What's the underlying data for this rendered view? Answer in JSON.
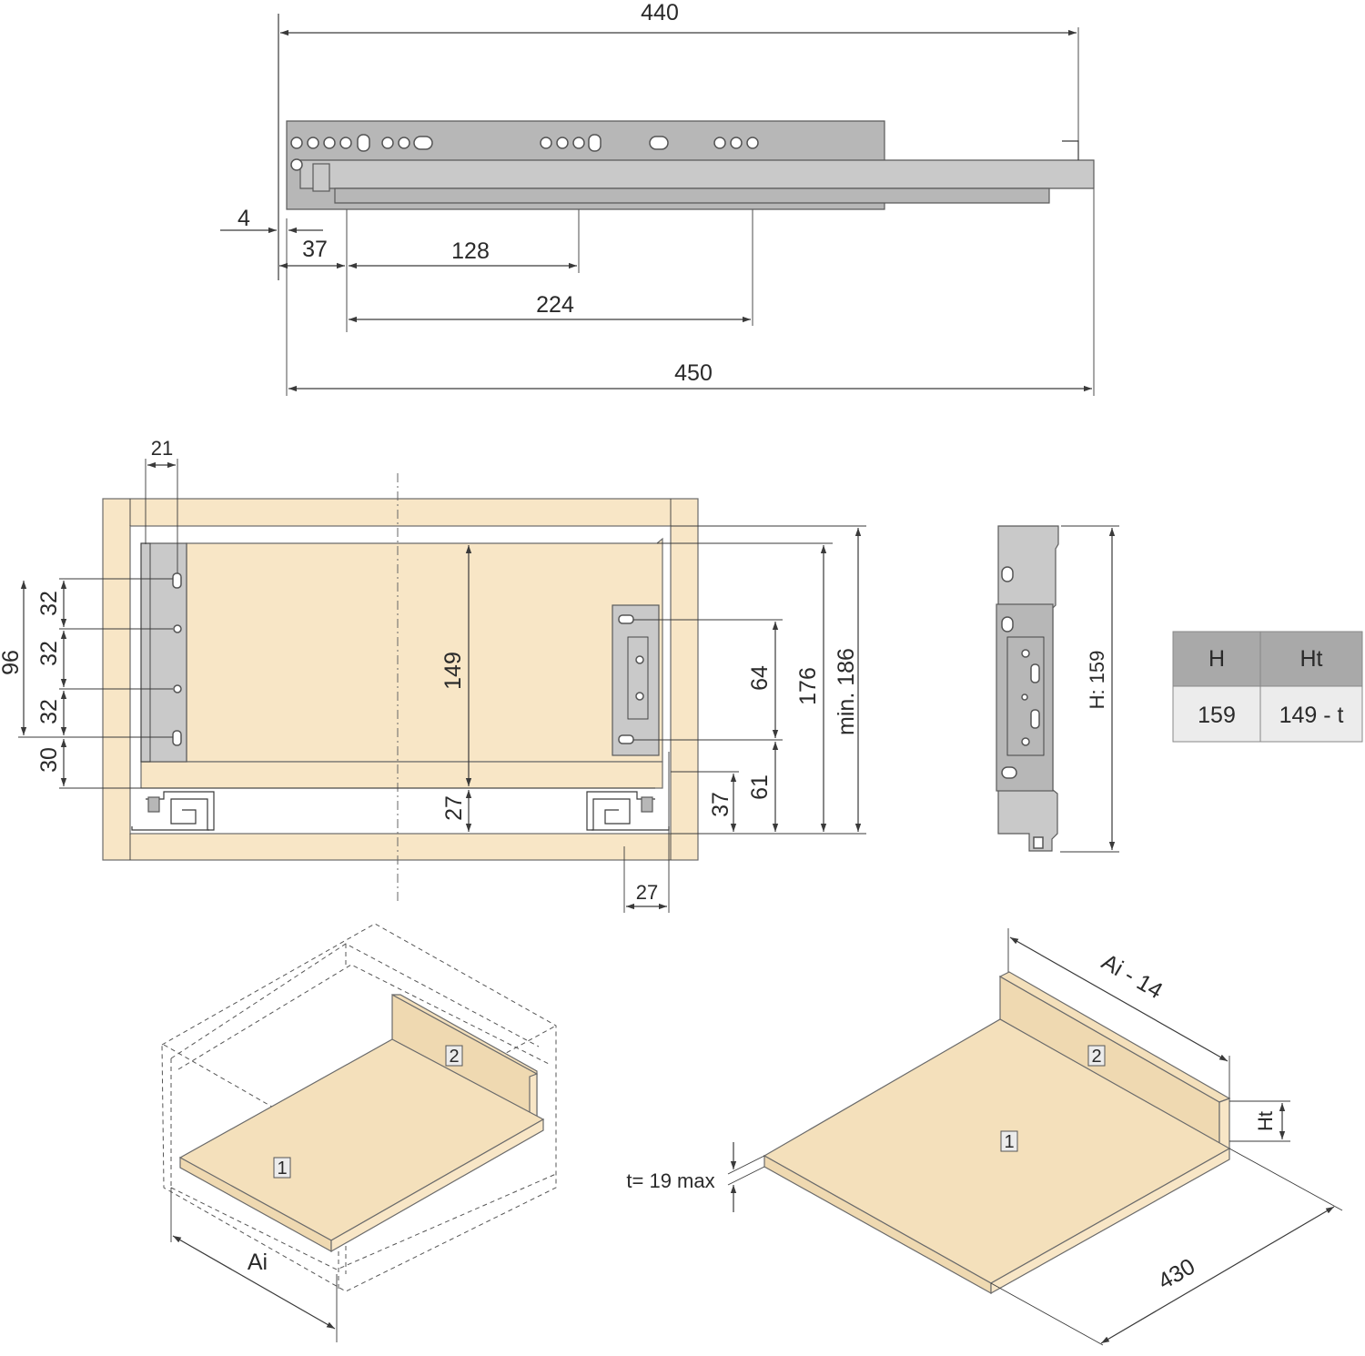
{
  "top_view": {
    "dim_total_extended": "440",
    "dim_front_offset": "4",
    "dim_first_hole": "37",
    "dim_hole_a": "128",
    "dim_hole_b": "224",
    "dim_length": "450"
  },
  "front_view": {
    "dim_side_gap": "21",
    "dim_hole_total": "96",
    "dim_hole_spacing_1": "32",
    "dim_hole_spacing_2": "32",
    "dim_hole_spacing_3": "32",
    "dim_hole_bottom": "30",
    "dim_inner_height": "149",
    "dim_rail_height": "27",
    "dim_bracket_holes": "64",
    "dim_bracket_bottom": "61",
    "dim_bottom_gap": "37",
    "dim_drawer_height": "176",
    "dim_min_opening": "min. 186",
    "dim_side_offset": "27"
  },
  "side_bracket": {
    "dim_height": "H: 159"
  },
  "table": {
    "headers": [
      "H",
      "Ht"
    ],
    "values": [
      "159",
      "149 - t"
    ]
  },
  "iso_left": {
    "tag_bottom": "1",
    "tag_back": "2",
    "dim_width": "Ai"
  },
  "iso_right": {
    "tag_bottom": "1",
    "tag_back": "2",
    "dim_width": "Ai - 14",
    "dim_back_height": "Ht",
    "dim_thickness": "t= 19 max",
    "dim_depth": "430"
  }
}
